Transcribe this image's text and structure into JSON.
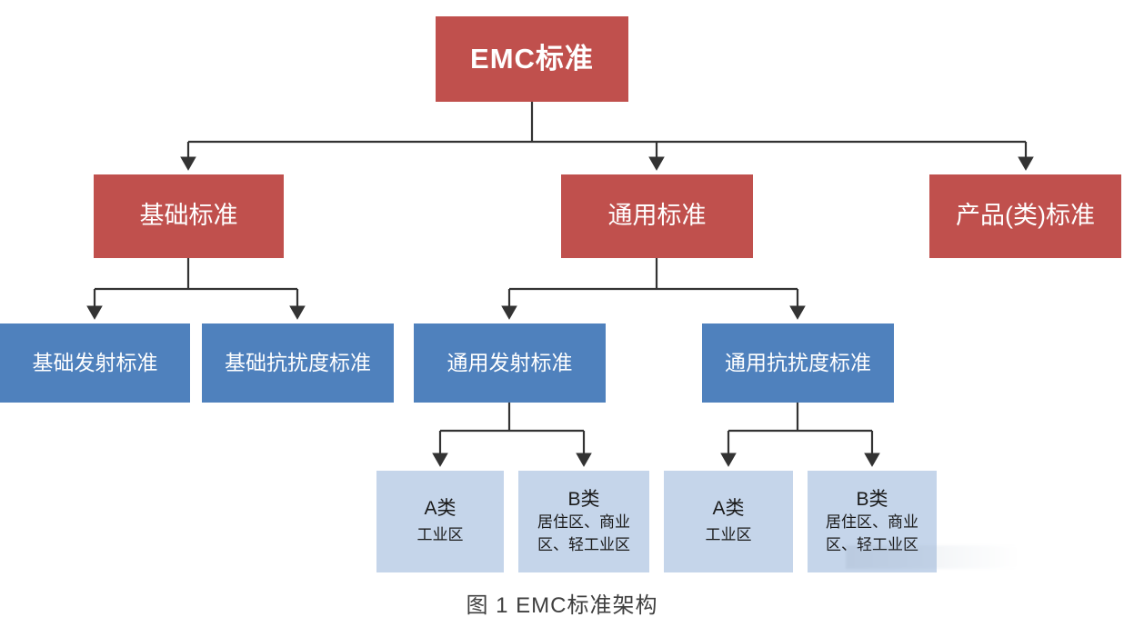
{
  "figure": {
    "caption": "图 1  EMC标准架构",
    "colors": {
      "level1_fill": "#c0504d",
      "level2_fill": "#c0504d",
      "level3_fill": "#4f81bd",
      "level4_fill": "#c5d5ea",
      "connector": "#333333",
      "caption_text": "#3f3f3f"
    }
  },
  "nodes": {
    "root": {
      "label": "EMC标准"
    },
    "level2": [
      {
        "label": "基础标准"
      },
      {
        "label": "通用标准"
      },
      {
        "label": "产品(类)标准"
      }
    ],
    "level3": [
      {
        "label": "基础发射标准"
      },
      {
        "label": "基础抗扰度标准"
      },
      {
        "label": "通用发射标准"
      },
      {
        "label": "通用抗扰度标准"
      }
    ],
    "level4": [
      {
        "title": "A类",
        "desc_line1": "工业区",
        "desc_line2": ""
      },
      {
        "title": "B类",
        "desc_line1": "居住区、商业",
        "desc_line2": "区、轻工业区"
      },
      {
        "title": "A类",
        "desc_line1": "工业区",
        "desc_line2": ""
      },
      {
        "title": "B类",
        "desc_line1": "居住区、商业",
        "desc_line2": "区、轻工业区"
      }
    ]
  }
}
